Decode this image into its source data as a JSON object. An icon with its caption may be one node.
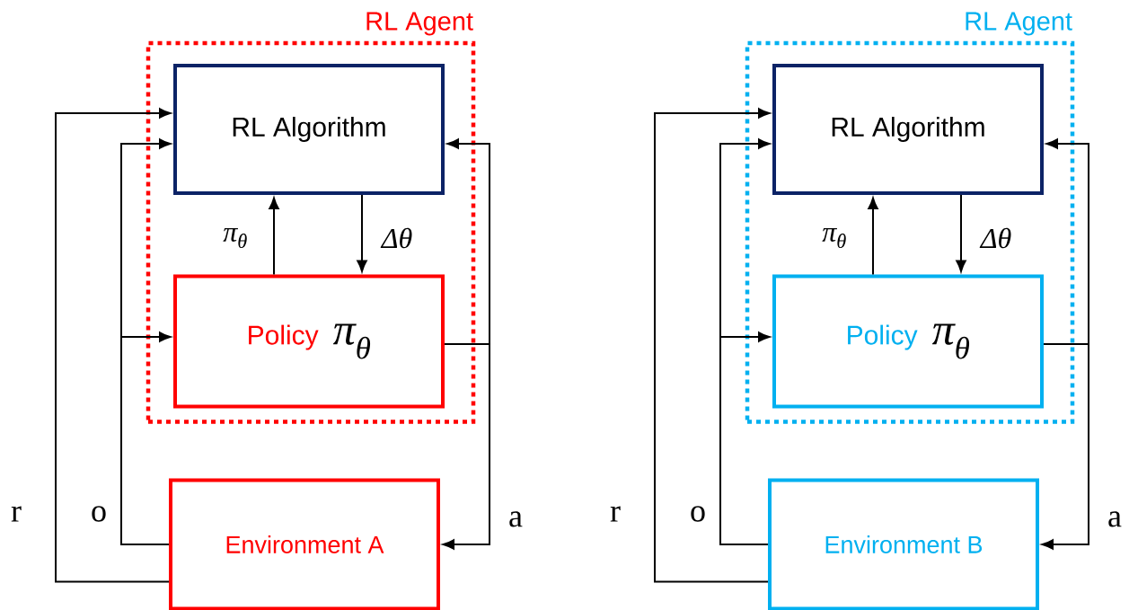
{
  "diagram": {
    "nodes": [
      {
        "text": [
          "RL Agent"
        ]
      },
      {
        "text": [
          "RL Algorithm"
        ],
        "in": 0
      },
      {
        "text": [
          "Policy",
          "π$_{θ}$"
        ],
        "in": 0
      },
      {
        "text": [
          "Environment A"
        ]
      },
      {
        "text": [
          "RL Agent"
        ]
      },
      {
        "text": [
          "RL Algorithm"
        ],
        "in": 4
      },
      {
        "text": [
          "Policy",
          "π$_{θ}$"
        ],
        "in": 4
      },
      {
        "text": [
          "Environment B"
        ]
      }
    ],
    "edges": [
      {
        "from": 2,
        "to": 1,
        "arrow": "to",
        "label": "π$_{θ}$"
      },
      {
        "from": 1,
        "to": 2,
        "arrow": "to",
        "label": "Δθ"
      },
      {
        "from": 3,
        "to": 1,
        "arrow": "to",
        "label": "r"
      },
      {
        "from": 3,
        "to": 1,
        "arrow": "to",
        "label": "o"
      },
      {
        "from": 3,
        "to": 2,
        "arrow": "to"
      },
      {
        "from": 2,
        "to": 1,
        "arrow": "to"
      },
      {
        "from": 2,
        "to": 3,
        "arrow": "to",
        "label": "a"
      },
      {
        "from": 6,
        "to": 5,
        "arrow": "to",
        "label": "π$_{θ}$"
      },
      {
        "from": 5,
        "to": 6,
        "arrow": "to",
        "label": "Δθ"
      },
      {
        "from": 7,
        "to": 5,
        "arrow": "to",
        "label": "r"
      },
      {
        "from": 7,
        "to": 5,
        "arrow": "to",
        "label": "o"
      },
      {
        "from": 7,
        "to": 6,
        "arrow": "to"
      },
      {
        "from": 6,
        "to": 5,
        "arrow": "to"
      },
      {
        "from": 6,
        "to": 7,
        "arrow": "to",
        "label": "a"
      }
    ]
  }
}
